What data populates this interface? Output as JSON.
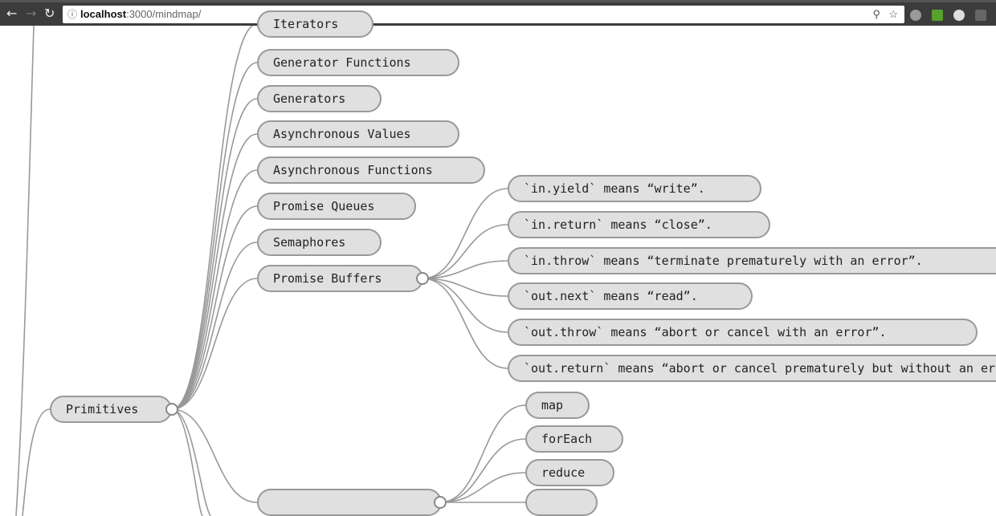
{
  "browser": {
    "url_host": "localhost",
    "url_rest": ":3000/mindmap/",
    "icons": [
      "back-icon",
      "forward-icon",
      "reload-icon",
      "info-icon",
      "zoom-icon",
      "star-icon"
    ],
    "extension_colors": [
      "#888888",
      "#5aa02c",
      "#dddddd",
      "#666666"
    ]
  },
  "mindmap": {
    "root_branch": {
      "label": "Primitives"
    },
    "primitives_children": [
      {
        "label": "Iterators"
      },
      {
        "label": "Generator Functions"
      },
      {
        "label": "Generators"
      },
      {
        "label": "Asynchronous Values"
      },
      {
        "label": "Asynchronous Functions"
      },
      {
        "label": "Promise Queues"
      },
      {
        "label": "Semaphores"
      },
      {
        "label": "Promise Buffers"
      },
      {
        "label": ""
      }
    ],
    "promise_buffers_children": [
      {
        "label": "`in.yield` means “write”."
      },
      {
        "label": "`in.return` means “close”."
      },
      {
        "label": "`in.throw` means “terminate prematurely with an error”."
      },
      {
        "label": "`out.next` means “read”."
      },
      {
        "label": "`out.throw` means “abort or cancel with an error”."
      },
      {
        "label": "`out.return` means “abort or cancel prematurely but without an err"
      }
    ],
    "stream_children": [
      {
        "label": "map"
      },
      {
        "label": "forEach"
      },
      {
        "label": "reduce"
      },
      {
        "label": ""
      }
    ],
    "colors": {
      "node_fill": "#e0e0e0",
      "node_border": "#999999",
      "link": "#999999"
    }
  }
}
